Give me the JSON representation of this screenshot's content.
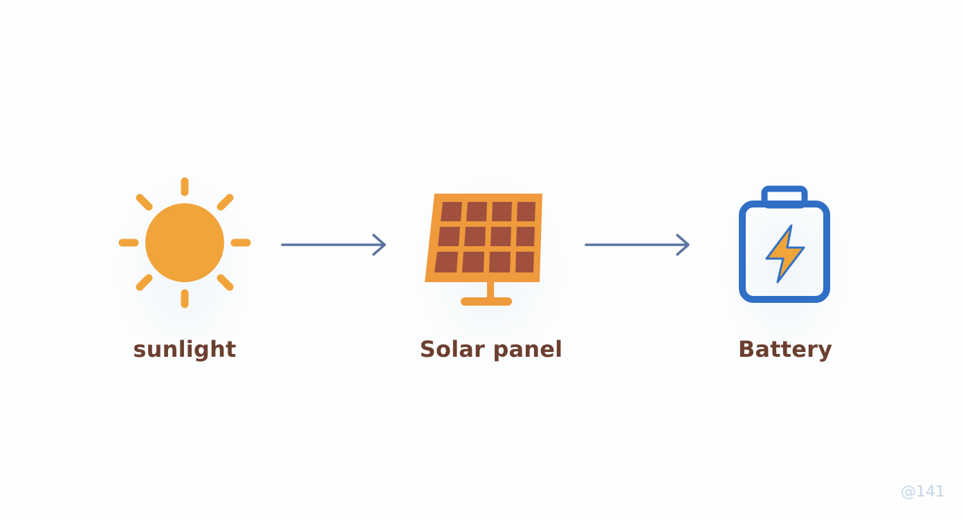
{
  "diagram": {
    "nodes": [
      {
        "id": "sunlight",
        "label": "sunlight",
        "icon": "sun-icon",
        "color": "#f0a43a"
      },
      {
        "id": "solar-panel",
        "label": "Solar panel",
        "icon": "solar-panel-icon",
        "color": "#ef9a3c",
        "cell_color": "#a0503c"
      },
      {
        "id": "battery",
        "label": "Battery",
        "icon": "battery-icon",
        "color": "#2f6fc6",
        "bolt_color": "#f0a43a"
      }
    ],
    "edges": [
      {
        "from": "sunlight",
        "to": "solar-panel",
        "color": "#5b73a0"
      },
      {
        "from": "solar-panel",
        "to": "battery",
        "color": "#5b73a0"
      }
    ],
    "label_color": "#6b3f2f"
  },
  "watermark": "@141"
}
